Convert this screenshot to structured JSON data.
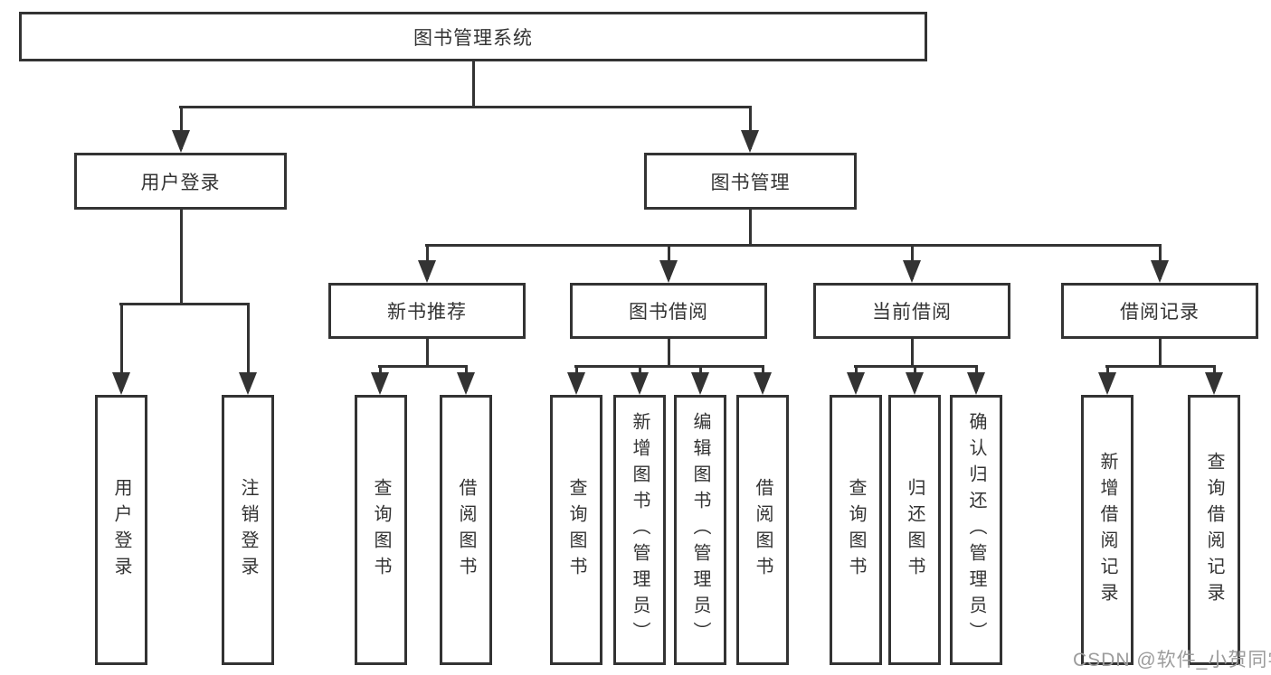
{
  "nodes": {
    "root": {
      "label": "图书管理系统"
    },
    "userLogin": {
      "label": "用户登录"
    },
    "bookManagement": {
      "label": "图书管理"
    },
    "newBookRec": {
      "label": "新书推荐"
    },
    "bookBorrow": {
      "label": "图书借阅"
    },
    "currentBorrow": {
      "label": "当前借阅"
    },
    "borrowRecords": {
      "label": "借阅记录"
    },
    "leafUserLogin": {
      "label": "用户登录"
    },
    "leafLogout": {
      "label": "注销登录"
    },
    "leafQueryBooksNewRec": {
      "label": "查询图书"
    },
    "leafBorrowBooksNewRec": {
      "label": "借阅图书"
    },
    "leafQueryBooksBorrow": {
      "label": "查询图书"
    },
    "leafAddBooksAdmin": {
      "label": "新增图书（管理员）"
    },
    "leafEditBooksAdmin": {
      "label": "编辑图书（管理员）"
    },
    "leafBorrowBooksBorrow": {
      "label": "借阅图书"
    },
    "leafQueryBooksCurrent": {
      "label": "查询图书"
    },
    "leafReturnBooks": {
      "label": "归还图书"
    },
    "leafConfirmReturnAdmin": {
      "label": "确认归还（管理员）"
    },
    "leafAddBorrowRecord": {
      "label": "新增借阅记录"
    },
    "leafQueryBorrowRecord": {
      "label": "查询借阅记录"
    }
  },
  "watermark": {
    "text": "CSDN @软件_小贺同学"
  },
  "colors": {
    "line": "#333333",
    "text": "#333333",
    "background": "#ffffff",
    "watermark": "#9c9c9c"
  }
}
